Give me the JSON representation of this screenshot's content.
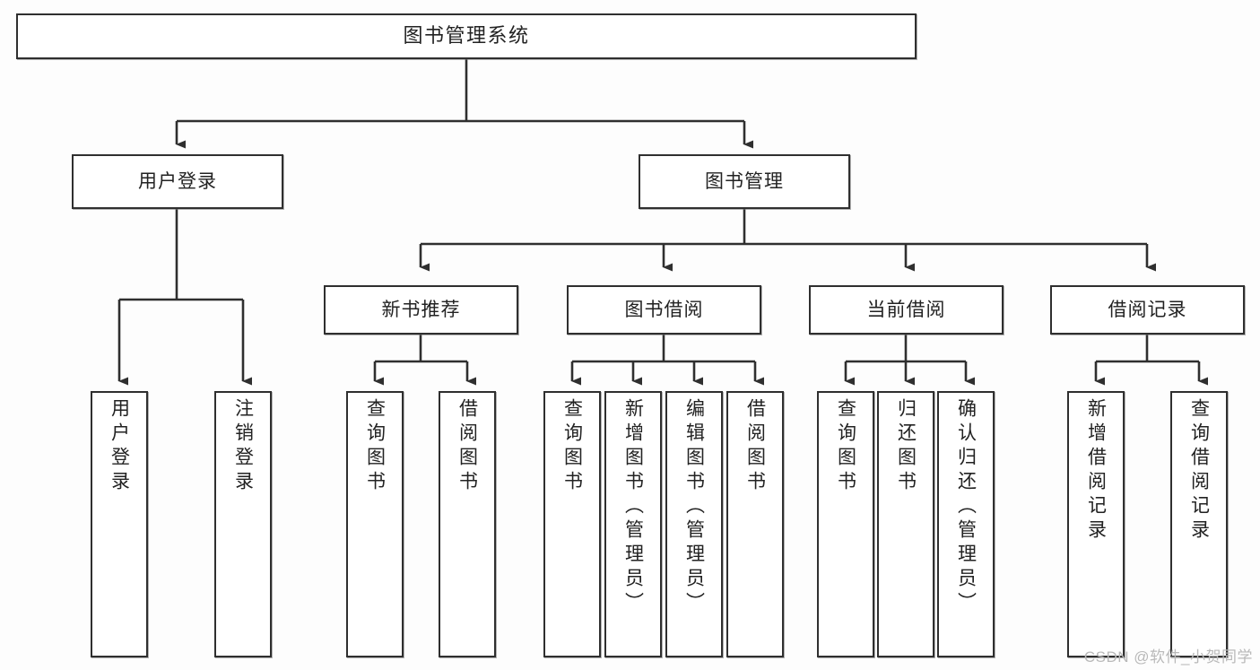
{
  "diagram": {
    "title": "图书管理系统",
    "type": "tree",
    "watermark": "CSDN @软件_小贺同学",
    "colors": {
      "border": "#2f2f2f",
      "fill": "#ffffff",
      "text": "#222222",
      "connector": "#2f2f2f",
      "background": "#fdfdfd",
      "watermark": "#b9b9b9"
    },
    "root": {
      "label": "图书管理系统"
    },
    "level2": [
      {
        "label": "用户登录"
      },
      {
        "label": "图书管理"
      }
    ],
    "level3": [
      {
        "label": "新书推荐"
      },
      {
        "label": "图书借阅"
      },
      {
        "label": "当前借阅"
      },
      {
        "label": "借阅记录"
      }
    ],
    "leaves": {
      "user_login": [
        {
          "label": "用户登录"
        },
        {
          "label": "注销登录"
        }
      ],
      "new_book": [
        {
          "label": "查询图书"
        },
        {
          "label": "借阅图书"
        }
      ],
      "book_borrow": [
        {
          "label": "查询图书"
        },
        {
          "label": "新增图书（管理员）"
        },
        {
          "label": "编辑图书（管理员）"
        },
        {
          "label": "借阅图书"
        }
      ],
      "current_borrow": [
        {
          "label": "查询图书"
        },
        {
          "label": "归还图书"
        },
        {
          "label": "确认归还（管理员）"
        }
      ],
      "borrow_record": [
        {
          "label": "新增借阅记录"
        },
        {
          "label": "查询借阅记录"
        }
      ]
    }
  }
}
